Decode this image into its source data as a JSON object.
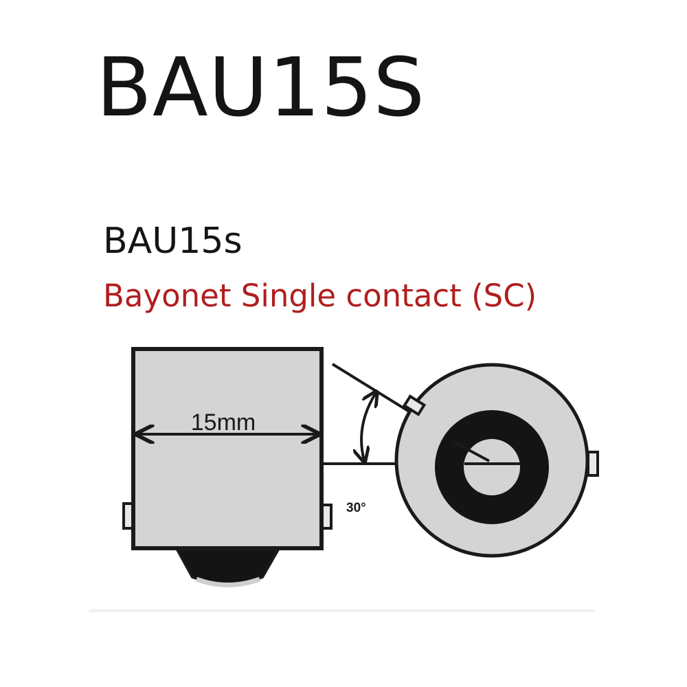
{
  "header": {
    "title": "BAU15S"
  },
  "spec": {
    "code": "BAU15s",
    "description": "Bayonet Single contact (SC)"
  },
  "diagram": {
    "diameter_label": "15mm",
    "angle_label": "30°",
    "colors": {
      "base_fill": "#d4d4d4",
      "outline": "#1a1a1a",
      "contact": "#141414",
      "description_text": "#b01e1e"
    }
  }
}
